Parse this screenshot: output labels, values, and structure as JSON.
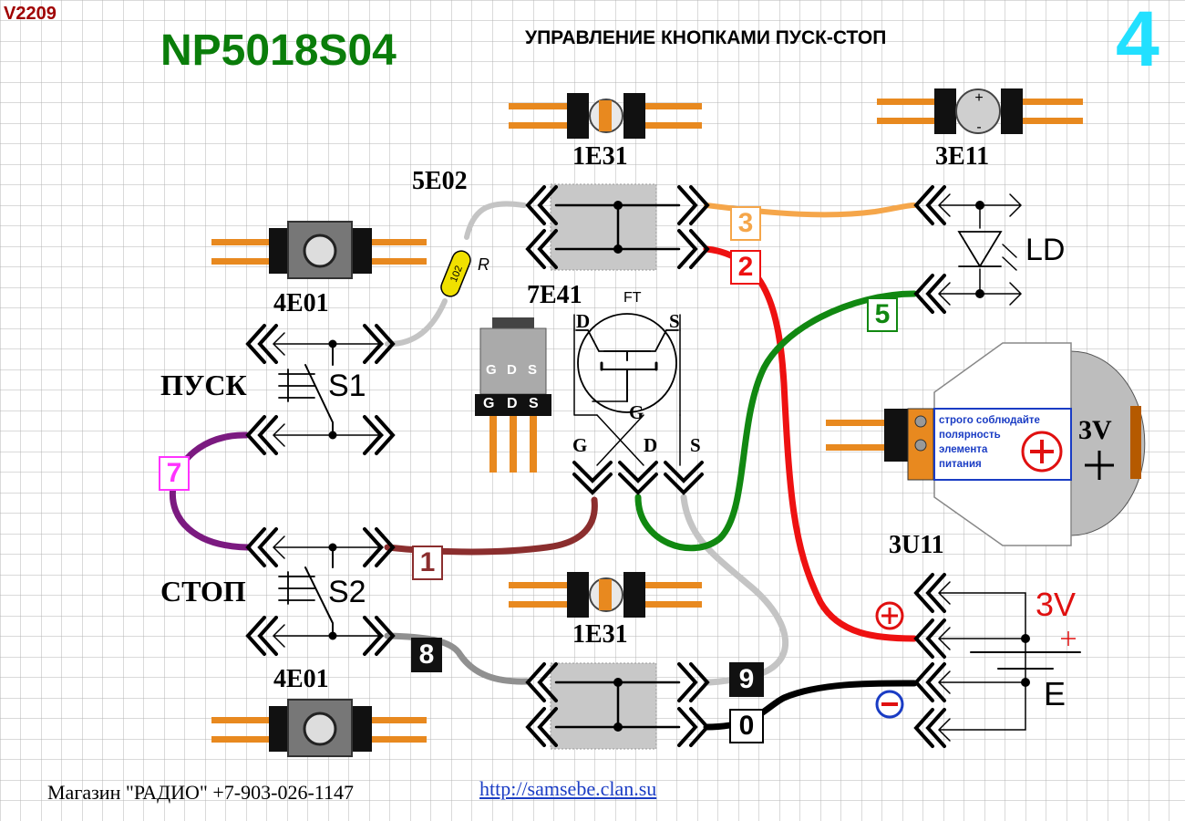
{
  "version": "V2209",
  "board_id": "NP5018S04",
  "title": "УПРАВЛЕНИЕ КНОПКАМИ ПУСК-СТОП",
  "page_number": "4",
  "colors": {
    "grid": "#b4b4b4",
    "title_green": "#0a7d0a",
    "cyan": "#22e0ff",
    "version_red": "#a00000",
    "orange_lead": "#e8891f",
    "wire_orange": "#f5a64a",
    "wire_red": "#ee1111",
    "wire_green": "#118811",
    "wire_purple": "#7b1a80",
    "wire_brown": "#8b2e2e",
    "wire_gray": "#c4c4c4",
    "wire_darkgray": "#909090",
    "wire_black": "#000000"
  },
  "components": {
    "button_top": {
      "code": "4E01",
      "switch_name": "S1",
      "button_label": "ПУСК"
    },
    "button_bottom": {
      "code": "4E01",
      "switch_name": "S2",
      "button_label": "СТОП"
    },
    "resistor": {
      "code": "5E02",
      "marking": "102",
      "symbol": "R"
    },
    "jumper_top": {
      "code": "1E31"
    },
    "jumper_bottom": {
      "code": "1E31"
    },
    "led": {
      "code": "3E11",
      "symbol": "LD"
    },
    "transistor": {
      "code": "7E41",
      "symbol": "FT",
      "pins": [
        "G",
        "D",
        "S"
      ],
      "schematic_pins": {
        "d": "D",
        "s": "S",
        "g": "G"
      }
    },
    "battery": {
      "code": "3U11",
      "voltage": "3V",
      "symbol": "E",
      "plus": "+",
      "warning_lines": [
        "строго соблюдайте",
        "полярность",
        "элемента",
        "питания"
      ]
    }
  },
  "wires": [
    {
      "number": "1",
      "color": "brown"
    },
    {
      "number": "2",
      "color": "red"
    },
    {
      "number": "3",
      "color": "orange"
    },
    {
      "number": "5",
      "color": "green"
    },
    {
      "number": "7",
      "color": "purple"
    },
    {
      "number": "8",
      "color": "darkgray"
    },
    {
      "number": "9",
      "color": "gray"
    },
    {
      "number": "0",
      "color": "black"
    }
  ],
  "footer": {
    "shop": "Магазин \"РАДИО\" +7-903-026-1147",
    "url": "http://samsebe.clan.su"
  }
}
